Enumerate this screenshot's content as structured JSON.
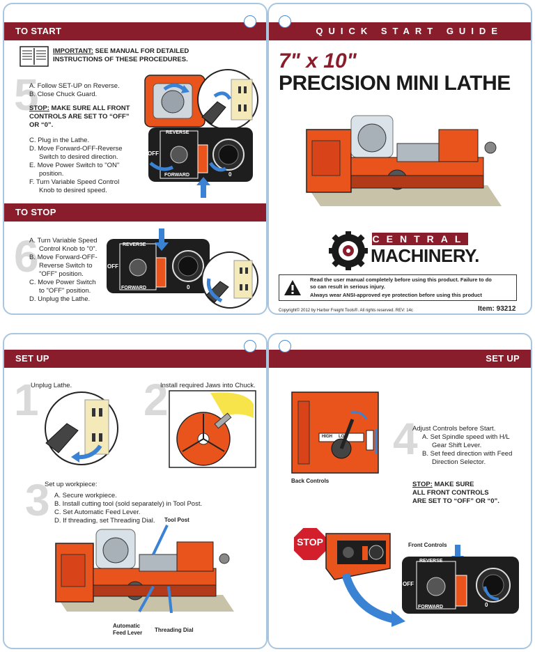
{
  "colors": {
    "header": "#8a1d2c",
    "accent": "#e8541c",
    "panel_border": "#a9c6e0",
    "ring": "#4a8ed4"
  },
  "to_start": {
    "title": "TO START",
    "important_label": "IMPORTANT:",
    "important_text": "SEE MANUAL FOR DETAILED INSTRUCTIONS OF THESE PROCEDURES.",
    "step_number": "5",
    "a": "A. Follow SET-UP on Reverse.",
    "b": "B. Close Chuck Guard.",
    "stop_label": "STOP:",
    "stop_line1": "MAKE SURE ALL FRONT",
    "stop_line2": "CONTROLS ARE SET TO “OFF”",
    "stop_line3": "OR “0”.",
    "c": "C. Plug in the Lathe.",
    "d": "D. Move Forward-OFF-Reverse",
    "d2": "Switch to desired direction.",
    "e": "E. Move Power Switch to \"ON\"",
    "e2": "position.",
    "f": "F. Turn Variable Speed Control",
    "f2": "Knob to desired speed.",
    "reverse": "REVERSE",
    "off": "OFF",
    "forward": "FORWARD",
    "zero": "0"
  },
  "to_stop": {
    "title": "TO STOP",
    "step_number": "6",
    "a": "A. Turn Variable Speed",
    "a2": "Control Knob to \"0\".",
    "b": "B. Move Forward-OFF-",
    "b2": "Reverse Switch to",
    "b3": "\"OFF\" position.",
    "c": "C. Move Power Switch",
    "c2": "to \"OFF\" position.",
    "d": "D. Unplug the Lathe.",
    "reverse": "REVERSE",
    "off": "OFF",
    "forward": "FORWARD",
    "zero": "0"
  },
  "cover": {
    "header": "QUICK START GUIDE",
    "title_line1": "7\" x 10\"",
    "title_line2": "PRECISION MINI LATHE",
    "brand_top": "CENTRAL",
    "brand_bottom": "MACHINERY.",
    "warning_line1": "Read the user manual completely before using this product. Failure to do",
    "warning_line2": "so can result in serious injury.",
    "warning_line3": "Always wear ANSI-approved eye protection before using this product",
    "copyright": "Copyright© 2012 by Harbor Freight Tools®. All rights reserved. REV: 14c",
    "item": "Item: 93212"
  },
  "setup_left": {
    "title": "SET UP",
    "step1_number": "1",
    "step1": "Unplug Lathe.",
    "step2_number": "2",
    "step2": "Install required Jaws into Chuck.",
    "step3_number": "3",
    "step3": "Set up workpiece:",
    "a": "A.  Secure workpiece.",
    "b": "B.  Install cutting tool (sold separately) in Tool Post.",
    "c": "C.  Set Automatic Feed Lever.",
    "d": "D.  If threading, set Threading Dial.",
    "tool_post": "Tool Post",
    "auto_feed_1": "Automatic",
    "auto_feed_2": "Feed Lever",
    "threading_dial": "Threading Dial"
  },
  "setup_right": {
    "title": "SET UP",
    "step4_number": "4",
    "step4": "Adjust Controls before Start.",
    "a": "A.  Set Spindle speed with H/L",
    "a2": "Gear Shift Lever.",
    "b": "B.  Set feed direction with Feed",
    "b2": "Direction Selector.",
    "back_controls": "Back Controls",
    "high": "HIGH",
    "low": "LOW",
    "stop_label": "STOP:",
    "stop_line1": "MAKE SURE",
    "stop_line2": "ALL FRONT CONTROLS",
    "stop_line3": "ARE SET TO “OFF” OR “0”.",
    "front_controls": "Front Controls",
    "stop_sign": "STOP",
    "reverse": "REVERSE",
    "off": "OFF",
    "forward": "FORWARD",
    "zero": "0"
  }
}
